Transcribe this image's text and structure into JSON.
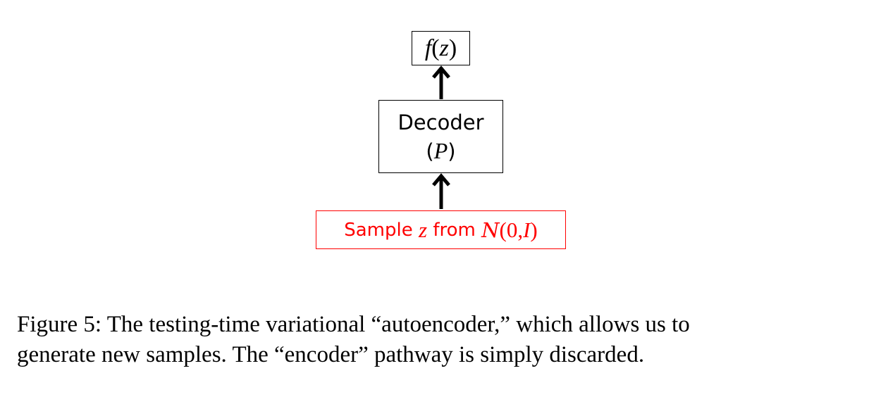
{
  "diagram": {
    "output_box": {
      "func": "f",
      "open": "(",
      "var": "z",
      "close": ")"
    },
    "decoder_box": {
      "label": "Decoder",
      "paren_open": "(",
      "symbol": "P",
      "paren_close": ")"
    },
    "sample_box": {
      "word_sample": "Sample",
      "var": "z",
      "word_from": "from",
      "dist_symbol": "N",
      "dist_args_open": "(0, ",
      "dist_arg_identity": "I",
      "dist_args_close": ")",
      "color": "#ff0000"
    }
  },
  "caption": {
    "line1": "Figure 5: The testing-time variational “autoencoder,” which allows us to",
    "line2": "generate new samples. The “encoder” pathway is simply discarded."
  }
}
